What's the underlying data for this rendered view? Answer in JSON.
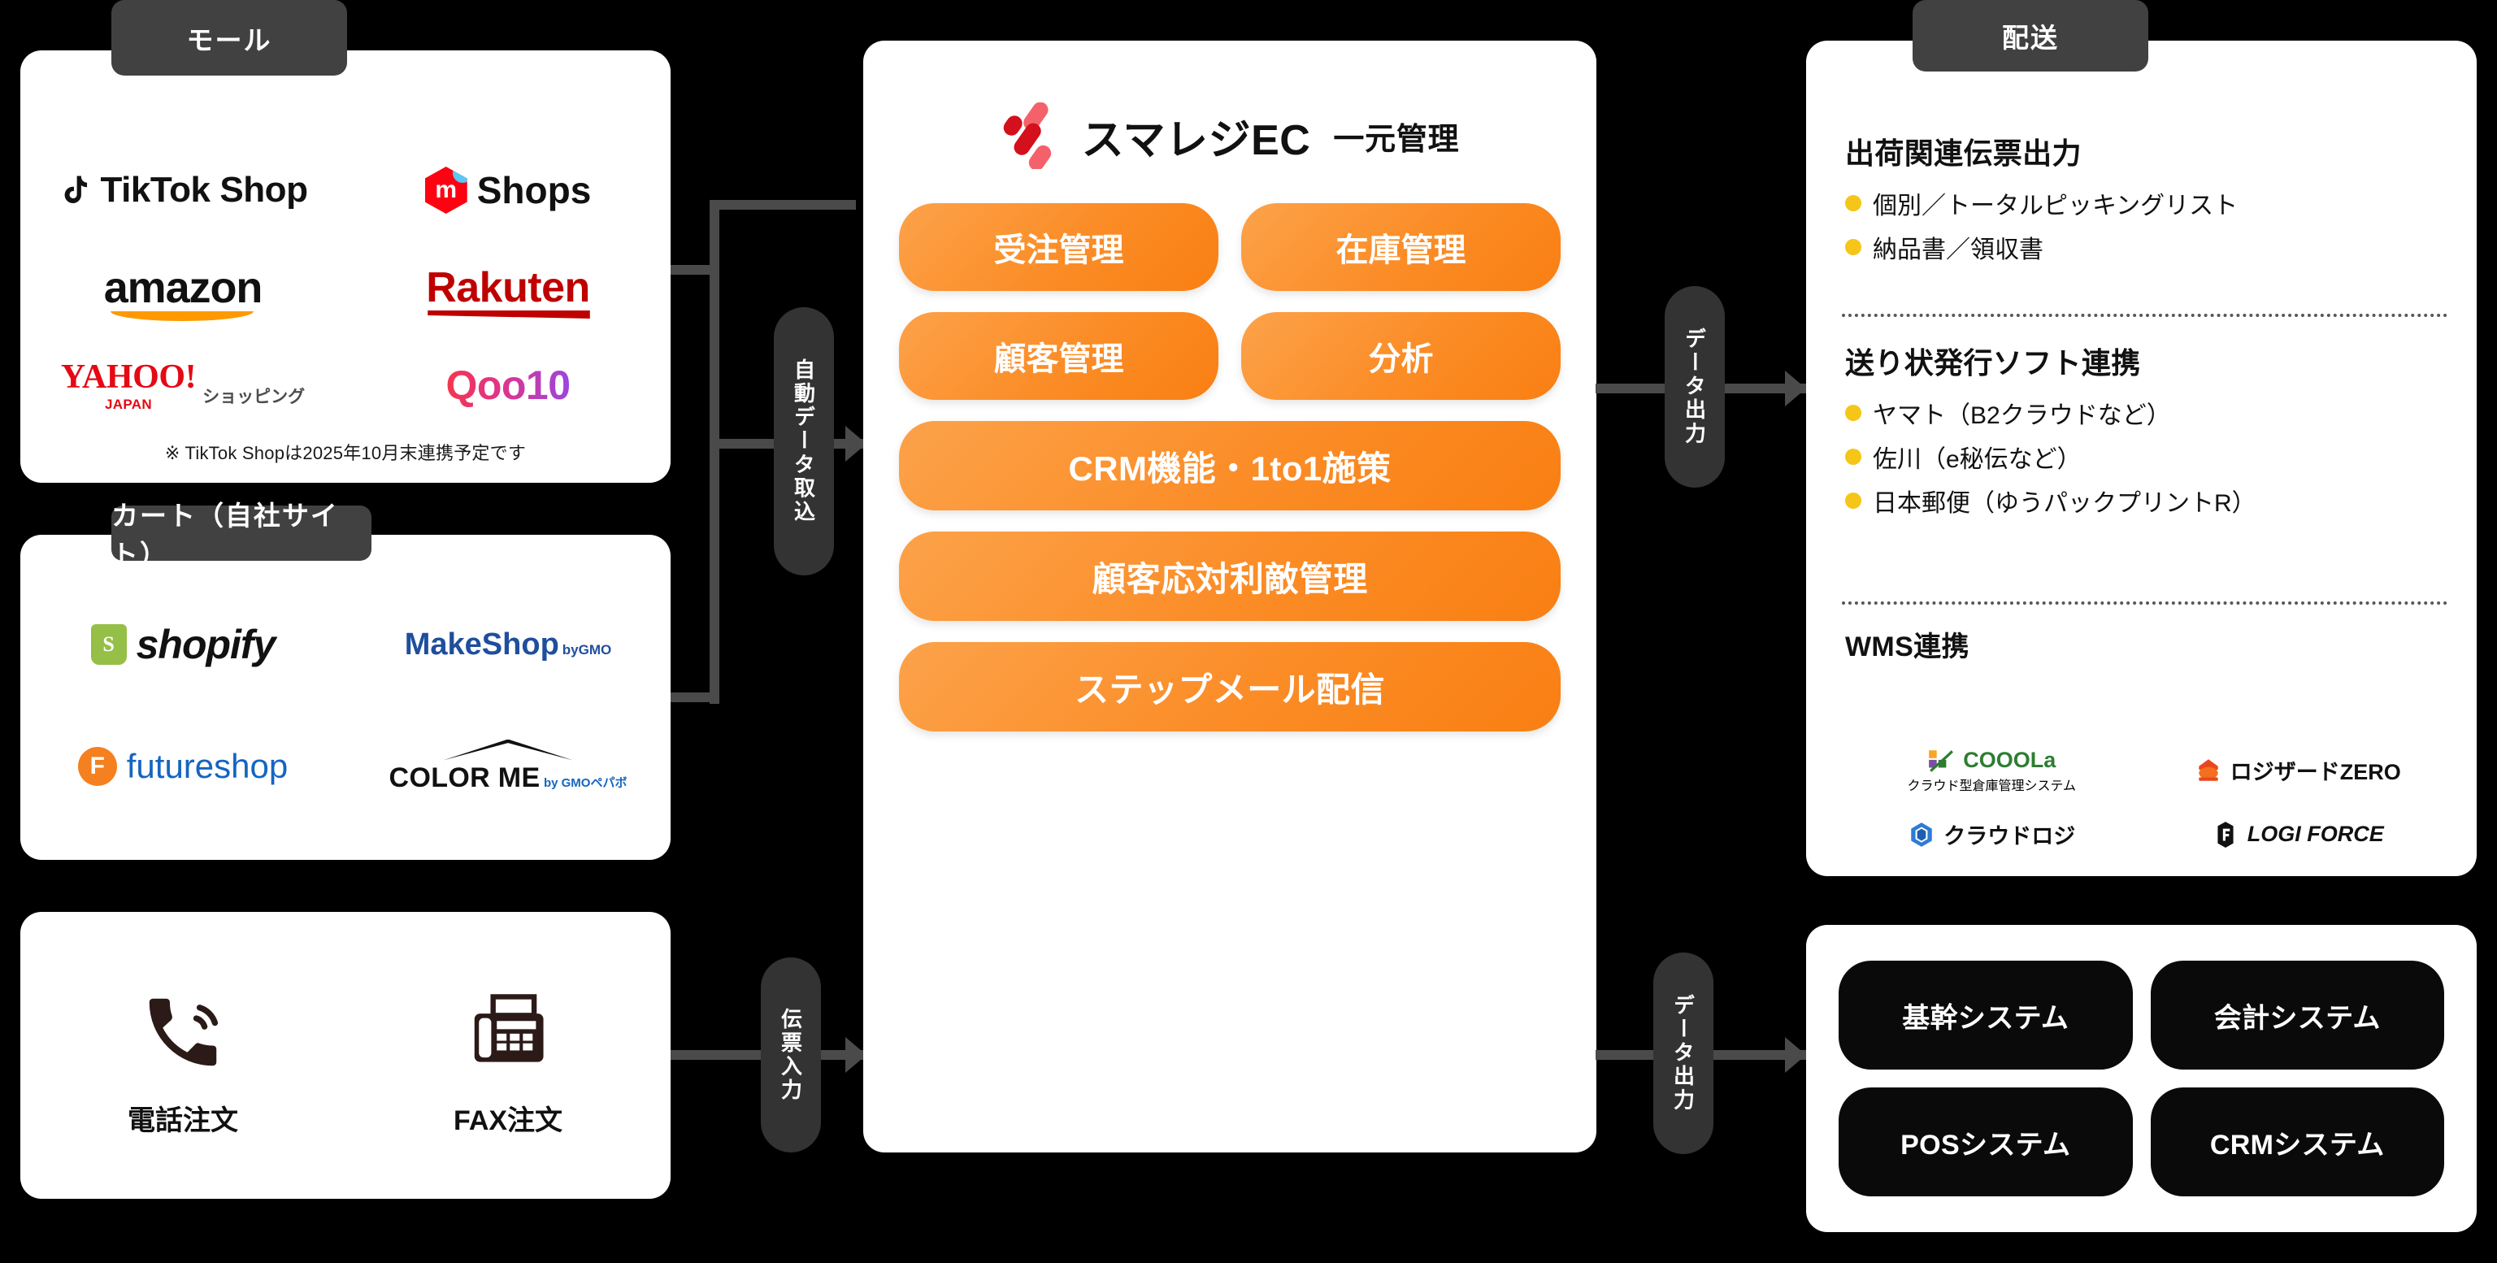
{
  "colors": {
    "background": "#000000",
    "panel": "#ffffff",
    "caption_chip": "#414141",
    "connector": "#4a4a4a",
    "feature_orange_light": "#fca24a",
    "feature_orange_dark": "#f97f12",
    "bullet_yellow": "#F5C518",
    "logo_red": "#e8303a",
    "pill_black": "#0a0a0a"
  },
  "left": {
    "mall": {
      "caption": "モール",
      "logos": [
        {
          "name": "TikTok Shop",
          "brand": "tiktok-shop"
        },
        {
          "name": "Shops",
          "brand": "mercari-shops",
          "mark": "m"
        },
        {
          "name": "amazon",
          "brand": "amazon"
        },
        {
          "name": "Rakuten",
          "brand": "rakuten"
        },
        {
          "name": "YAHOO!",
          "sub": "JAPAN",
          "extra": "ショッピング",
          "brand": "yahoo-shopping"
        },
        {
          "name": "Qoo10",
          "brand": "qoo10"
        }
      ],
      "note": "※ TikTok Shopは2025年10月末連携予定です"
    },
    "cart": {
      "caption": "カート（自社サイト）",
      "logos": [
        {
          "name": "shopify",
          "brand": "shopify"
        },
        {
          "name": "MakeShop",
          "suffix": "byGMO",
          "brand": "makeshop"
        },
        {
          "name": "futureshop",
          "brand": "futureshop"
        },
        {
          "name": "COLOR ME",
          "suffix": "by GMOペパボ",
          "brand": "colorme"
        }
      ]
    },
    "orders": {
      "items": [
        {
          "icon": "phone-icon",
          "label": "電話注文"
        },
        {
          "icon": "fax-icon",
          "label": "FAX注文"
        }
      ]
    }
  },
  "connectors": {
    "auto_import": "自動データ取込",
    "slip_input": "伝票入力",
    "data_output_top": "データ出力",
    "data_output_bottom": "データ出力"
  },
  "hub": {
    "logo_mark": "smaregi-logo-icon",
    "title": "スマレジEC",
    "subtitle": "一元管理",
    "features_rows": [
      [
        "受注管理",
        "在庫管理"
      ],
      [
        "顧客管理",
        "分析"
      ]
    ],
    "features_wide": [
      "CRM機能・1to1施策",
      "顧客応対利敵管理",
      "ステップメール配信"
    ]
  },
  "right": {
    "shipping": {
      "caption": "配送",
      "sections": [
        {
          "heading": "出荷関連伝票出力",
          "bullets": [
            "個別／トータルピッキングリスト",
            "納品書／領収書"
          ]
        },
        {
          "heading": "送り状発行ソフト連携",
          "bullets": [
            "ヤマト（B2クラウドなど）",
            "佐川（e秘伝など）",
            "日本郵便（ゆうパックプリントR）"
          ]
        }
      ],
      "wms": {
        "heading": "WMS連携",
        "logos": [
          {
            "name": "COOOLa",
            "sub": "クラウド型倉庫管理システム",
            "brand": "cooola"
          },
          {
            "name": "ロジザードZERO",
            "brand": "logizard-zero"
          },
          {
            "name": "クラウドロジ",
            "brand": "cloud-logi"
          },
          {
            "name": "LOGI FORCE",
            "brand": "logi-force"
          }
        ]
      }
    },
    "systems": {
      "pills": [
        "基幹システム",
        "会計システム",
        "POSシステム",
        "CRMシステム"
      ]
    }
  }
}
